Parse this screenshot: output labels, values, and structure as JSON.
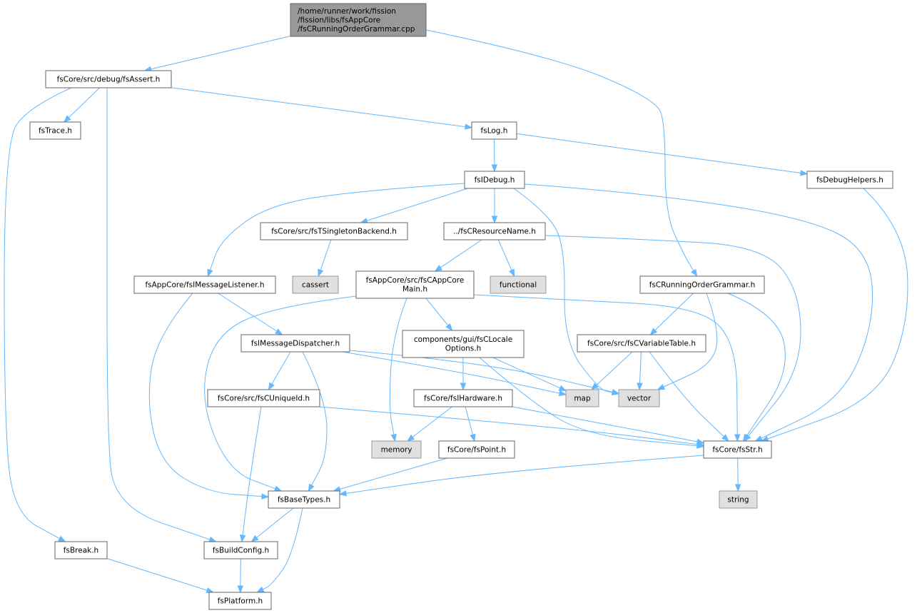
{
  "nodes": [
    {
      "id": "root",
      "kind": "root",
      "lines": [
        "/home/runner/work/fission",
        "/fission/libs/fsAppCore",
        "/fsCRunningOrderGrammar.cpp"
      ]
    },
    {
      "id": "fsAssert",
      "kind": "file",
      "lines": [
        "fsCore/src/debug/fsAssert.h"
      ]
    },
    {
      "id": "fsTrace",
      "kind": "file",
      "lines": [
        "fsTrace.h"
      ]
    },
    {
      "id": "fsLog",
      "kind": "file",
      "lines": [
        "fsLog.h"
      ]
    },
    {
      "id": "fsIDebug",
      "kind": "file",
      "lines": [
        "fsIDebug.h"
      ]
    },
    {
      "id": "fsDebugHelpers",
      "kind": "file",
      "lines": [
        "fsDebugHelpers.h"
      ]
    },
    {
      "id": "fsTSingleton",
      "kind": "file",
      "lines": [
        "fsCore/src/fsTSingletonBackend.h"
      ]
    },
    {
      "id": "fsCResourceName",
      "kind": "file",
      "lines": [
        "../fsCResourceName.h"
      ]
    },
    {
      "id": "fsIMessageListener",
      "kind": "file",
      "lines": [
        "fsAppCore/fsIMessageListener.h"
      ]
    },
    {
      "id": "cassert",
      "kind": "system",
      "lines": [
        "cassert"
      ]
    },
    {
      "id": "fsCAppCoreMain",
      "kind": "file",
      "lines": [
        "fsAppCore/src/fsCAppCore",
        "Main.h"
      ]
    },
    {
      "id": "functional",
      "kind": "system",
      "lines": [
        "functional"
      ]
    },
    {
      "id": "fsCRunningOrderGrammar",
      "kind": "file",
      "lines": [
        "fsCRunningOrderGrammar.h"
      ]
    },
    {
      "id": "fsIMessageDispatcher",
      "kind": "file",
      "lines": [
        "fsIMessageDispatcher.h"
      ]
    },
    {
      "id": "fsCLocaleOptions",
      "kind": "file",
      "lines": [
        "components/gui/fsCLocale",
        "Options.h"
      ]
    },
    {
      "id": "fsCVariableTable",
      "kind": "file",
      "lines": [
        "fsCore/src/fsCVariableTable.h"
      ]
    },
    {
      "id": "fsCUniqueId",
      "kind": "file",
      "lines": [
        "fsCore/src/fsCUniqueId.h"
      ]
    },
    {
      "id": "fsIHardware",
      "kind": "file",
      "lines": [
        "fsCore/fsIHardware.h"
      ]
    },
    {
      "id": "map",
      "kind": "system",
      "lines": [
        "map"
      ]
    },
    {
      "id": "vector",
      "kind": "system",
      "lines": [
        "vector"
      ]
    },
    {
      "id": "memory",
      "kind": "system",
      "lines": [
        "memory"
      ]
    },
    {
      "id": "fsPoint",
      "kind": "file",
      "lines": [
        "fsCore/fsPoint.h"
      ]
    },
    {
      "id": "fsStr",
      "kind": "file",
      "lines": [
        "fsCore/fsStr.h"
      ]
    },
    {
      "id": "string",
      "kind": "system",
      "lines": [
        "string"
      ]
    },
    {
      "id": "fsBaseTypes",
      "kind": "file",
      "lines": [
        "fsBaseTypes.h"
      ]
    },
    {
      "id": "fsBreak",
      "kind": "file",
      "lines": [
        "fsBreak.h"
      ]
    },
    {
      "id": "fsBuildConfig",
      "kind": "file",
      "lines": [
        "fsBuildConfig.h"
      ]
    },
    {
      "id": "fsPlatform",
      "kind": "file",
      "lines": [
        "fsPlatform.h"
      ]
    }
  ],
  "edges": [
    [
      "root",
      "fsAssert"
    ],
    [
      "root",
      "fsCRunningOrderGrammar"
    ],
    [
      "fsAssert",
      "fsTrace"
    ],
    [
      "fsAssert",
      "fsLog"
    ],
    [
      "fsAssert",
      "fsBreak"
    ],
    [
      "fsAssert",
      "fsBuildConfig"
    ],
    [
      "fsLog",
      "fsIDebug"
    ],
    [
      "fsLog",
      "fsDebugHelpers"
    ],
    [
      "fsIDebug",
      "fsTSingleton"
    ],
    [
      "fsIDebug",
      "fsCResourceName"
    ],
    [
      "fsIDebug",
      "fsIMessageListener"
    ],
    [
      "fsIDebug",
      "vector"
    ],
    [
      "fsIDebug",
      "fsStr"
    ],
    [
      "fsDebugHelpers",
      "fsStr"
    ],
    [
      "fsTSingleton",
      "cassert"
    ],
    [
      "fsCResourceName",
      "fsCAppCoreMain"
    ],
    [
      "fsCResourceName",
      "functional"
    ],
    [
      "fsCResourceName",
      "fsStr"
    ],
    [
      "fsIMessageListener",
      "fsIMessageDispatcher"
    ],
    [
      "fsIMessageListener",
      "fsBaseTypes"
    ],
    [
      "fsCAppCoreMain",
      "fsCLocaleOptions"
    ],
    [
      "fsCAppCoreMain",
      "memory"
    ],
    [
      "fsCAppCoreMain",
      "fsStr"
    ],
    [
      "fsCAppCoreMain",
      "fsBaseTypes"
    ],
    [
      "fsCRunningOrderGrammar",
      "fsCVariableTable"
    ],
    [
      "fsCRunningOrderGrammar",
      "vector"
    ],
    [
      "fsCRunningOrderGrammar",
      "fsStr"
    ],
    [
      "fsIMessageDispatcher",
      "fsCUniqueId"
    ],
    [
      "fsIMessageDispatcher",
      "map"
    ],
    [
      "fsIMessageDispatcher",
      "vector"
    ],
    [
      "fsIMessageDispatcher",
      "fsBaseTypes"
    ],
    [
      "fsCLocaleOptions",
      "fsIHardware"
    ],
    [
      "fsCLocaleOptions",
      "map"
    ],
    [
      "fsCLocaleOptions",
      "fsStr"
    ],
    [
      "fsCVariableTable",
      "map"
    ],
    [
      "fsCVariableTable",
      "vector"
    ],
    [
      "fsCVariableTable",
      "fsStr"
    ],
    [
      "fsCUniqueId",
      "fsBuildConfig"
    ],
    [
      "fsCUniqueId",
      "fsStr"
    ],
    [
      "fsIHardware",
      "memory"
    ],
    [
      "fsIHardware",
      "fsPoint"
    ],
    [
      "fsIHardware",
      "fsStr"
    ],
    [
      "fsPoint",
      "fsBaseTypes"
    ],
    [
      "fsStr",
      "string"
    ],
    [
      "fsStr",
      "fsBaseTypes"
    ],
    [
      "fsBaseTypes",
      "fsBuildConfig"
    ],
    [
      "fsBaseTypes",
      "fsPlatform"
    ],
    [
      "fsBreak",
      "fsPlatform"
    ],
    [
      "fsBuildConfig",
      "fsPlatform"
    ]
  ]
}
